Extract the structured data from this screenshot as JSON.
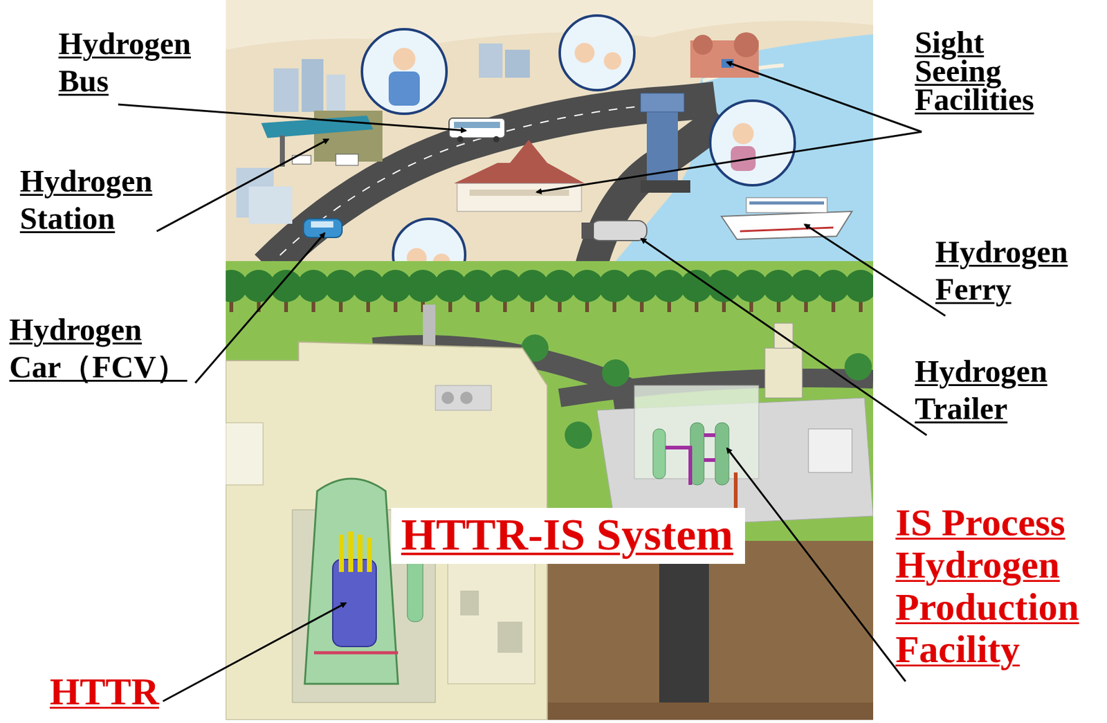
{
  "diagram": {
    "nodes": [
      {
        "text": [
          "HTTR-IS System"
        ]
      }
    ],
    "labels": [
      "Hydrogen Bus",
      "Hydrogen Station",
      "Hydrogen Car（FCV）",
      "HTTR",
      "Sight Seeing Facilities",
      "Hydrogen Ferry",
      "Hydrogen Trailer",
      "IS Process Hydrogen Production Facility"
    ]
  }
}
